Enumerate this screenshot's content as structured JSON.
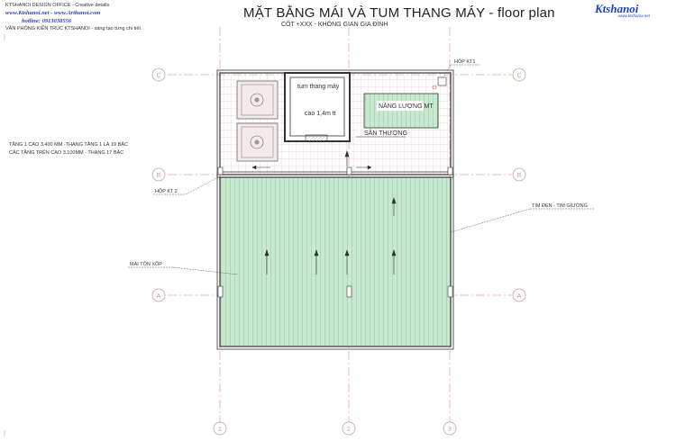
{
  "header": {
    "title": "MẶT BẰNG MÁI VÀ TUM THANG MÁY -  floor plan",
    "subtitle": "CÔT +XXX - KHÔNG GIAN GIA ĐÌNH"
  },
  "office": {
    "line1": "KTSHANOI  DESIGN OFFICE - Creative details",
    "websites": "www.Ktshanoi.net - www.Arthanoi.com",
    "hotline": "hotline: 0913038556",
    "line4": "VĂN PHÒNG KIẾN TRÚC KTSHANOI  - sáng tạo từng chi tiết"
  },
  "logo": {
    "name": "Ktshanoi",
    "url": "www.ktshanoi.net"
  },
  "plan": {
    "elevator_label": "tum thang máy",
    "elevator_height": "cao 1,4m tt",
    "solar_label": "NĂNG LƯỢNG MT",
    "terrace_label": "SÂN THƯỢNG",
    "box_kt1": "HỘP KT1",
    "box_kt2": "HỘP KT 2",
    "stair_note_1": "TẦNG 1 CAO 3.400 MM -THANG TẦNG 1 LÀ 19 BẬC",
    "stair_note_2": "CÁC TẦNG TRÊN CAO 3.100MM - THANG 17 BẬC",
    "roof_label": "MÁI TÔN XỐP",
    "axis_note": "TIM ĐEN - TIM GIƯỜNG"
  },
  "grid_axes": {
    "rows": [
      "C",
      "B",
      "A"
    ],
    "cols": [
      "1",
      "2",
      "3"
    ]
  },
  "colors": {
    "grid_line": "#e6b5b5",
    "roof_fill": "#c4e6cc",
    "roof_line": "#7fbf92",
    "wall": "#333333",
    "logo": "#1d43c8",
    "website": "#2a3fd0"
  }
}
